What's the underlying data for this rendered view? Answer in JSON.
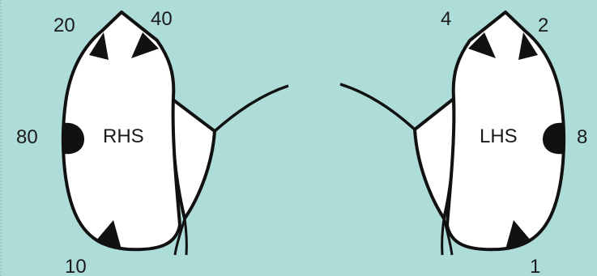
{
  "diagram": {
    "right_side": {
      "label": "RHS",
      "markers": {
        "top_left": "20",
        "top_right": "40",
        "middle_left": "80",
        "bottom": "10"
      }
    },
    "left_side": {
      "label": "LHS",
      "markers": {
        "top_left": "4",
        "top_right": "2",
        "middle_right": "8",
        "bottom": "1"
      }
    },
    "colors": {
      "background": "#aedcd9",
      "fill": "#ffffff",
      "stroke": "#111111",
      "marker": "#111111"
    }
  }
}
